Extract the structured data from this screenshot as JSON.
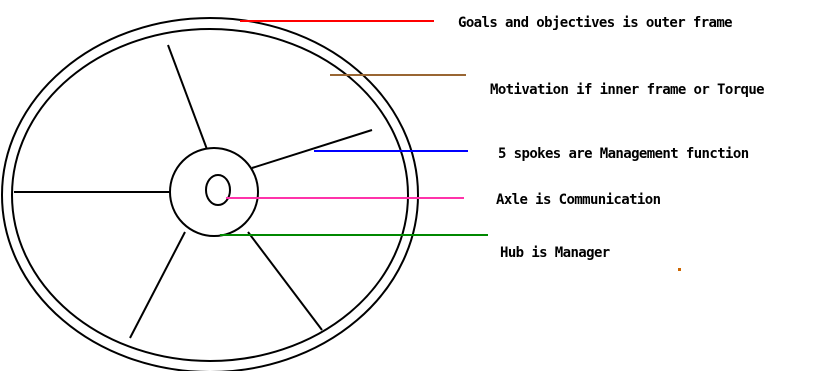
{
  "diagram": {
    "labels": {
      "outer_frame": "Goals and objectives is outer frame",
      "inner_frame": "Motivation if inner frame or Torque",
      "spokes": "5 spokes are Management function",
      "axle": "Axle is Communication",
      "hub": "Hub is Manager"
    },
    "colors": {
      "outer_frame_line": "#ff0000",
      "inner_frame_line": "#996633",
      "spokes_line": "#0000ff",
      "axle_line": "#ff33aa",
      "hub_line": "#008800",
      "stray_dot": "#cc6600"
    }
  }
}
